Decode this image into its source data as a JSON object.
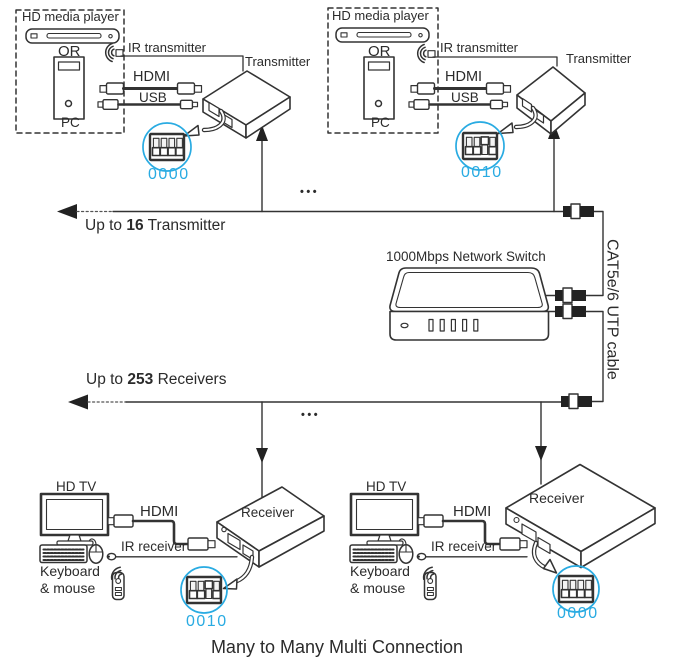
{
  "colors": {
    "accent": "#29abe2",
    "line": "#333333",
    "text": "#2b2b2b"
  },
  "caption": "Many to Many Multi Connection",
  "network_switch": {
    "label": "1000Mbps Network Switch"
  },
  "utp_cable_label": "CAT5e/6 UTP cable",
  "separator_dots": "•••",
  "bus": {
    "transmitters": {
      "prefix": "Up to",
      "count": "16",
      "suffix": "Transmitter"
    },
    "receivers": {
      "prefix": "Up to",
      "count": "253",
      "suffix": "Receivers"
    }
  },
  "transmitter_groups": [
    {
      "source_label": "HD media player",
      "or_label": "OR",
      "pc_label": "PC",
      "ir_label": "IR transmitter",
      "hdmi_label": "HDMI",
      "usb_label": "USB",
      "device_label": "Transmitter",
      "dip_code": "0000",
      "dip_switches": [
        0,
        0,
        0,
        0
      ]
    },
    {
      "source_label": "HD media player",
      "or_label": "OR",
      "pc_label": "PC",
      "ir_label": "IR transmitter",
      "hdmi_label": "HDMI",
      "usb_label": "USB",
      "device_label": "Transmitter",
      "dip_code": "0010",
      "dip_switches": [
        0,
        0,
        1,
        0
      ]
    }
  ],
  "receiver_groups": [
    {
      "tv_label": "HD TV",
      "hdmi_label": "HDMI",
      "ir_label": "IR receiver",
      "peripherals_label_line1": "Keyboard",
      "peripherals_label_line2": "& mouse",
      "device_label": "Receiver",
      "dip_code": "0010",
      "dip_switches": [
        0,
        0,
        1,
        0
      ]
    },
    {
      "tv_label": "HD TV",
      "hdmi_label": "HDMI",
      "ir_label": "IR receiver",
      "peripherals_label_line1": "Keyboard",
      "peripherals_label_line2": "& mouse",
      "device_label": "Receiver",
      "dip_code": "0000",
      "dip_switches": [
        0,
        0,
        0,
        0
      ]
    }
  ]
}
